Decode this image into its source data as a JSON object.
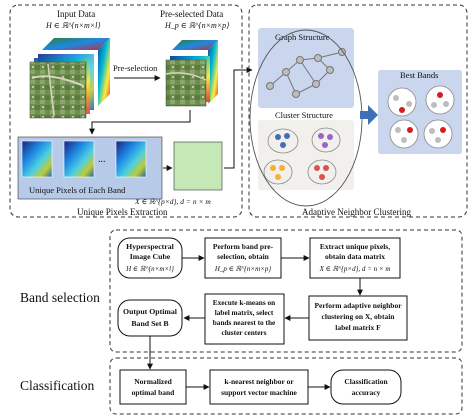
{
  "top": {
    "input_data": {
      "title": "Input Data",
      "formula": "H ∈ ℝ^{n×m×l}"
    },
    "preselected_data": {
      "title": "Pre-selected Data",
      "formula": "H_p ∈ ℝ^{n×m×p}"
    },
    "preselection_label": "Pre-selection",
    "unique_pixels_label": "Unique Pixels of Each Band",
    "ellipsis": "...",
    "matrix_formula": "X ∈ ℝ^{p×d}, d = n × m",
    "left_caption": "Unique Pixels Extraction",
    "graph_structure": "Graph Structure",
    "cluster_structure": "Cluster Structure",
    "best_bands": "Best Bands",
    "right_caption": "Adaptive Neighbor Clustering"
  },
  "band_selection": {
    "label": "Band selection",
    "cube": {
      "line1": "Hyperspectral",
      "line2": "Image Cube",
      "formula": "H ∈ ℝ^{n×m×l}"
    },
    "step1": {
      "line1": "Perform band pre-",
      "line2": "selection, obtain",
      "formula": "H_p ∈ ℝ^{n×m×p}"
    },
    "step2": {
      "line1": "Extract unique pixels,",
      "line2": "obtain data matrix",
      "formula": "X ∈ ℝ^{p×d}, d = n × m"
    },
    "step3": {
      "line1": "Perform adaptive neighbor",
      "line2": "clustering on X, obtain",
      "line3": "label matrix F"
    },
    "step4": {
      "line1": "Execute k-means on",
      "line2": "label matrix, select",
      "line3": "bands nearest to the",
      "line4": "cluster centers"
    },
    "output": {
      "line1": "Output Optimal",
      "line2": "Band Set B"
    }
  },
  "classification": {
    "label": "Classification",
    "box1": {
      "line1": "Normalized",
      "line2": "optimal band"
    },
    "box2": {
      "line1": "k-nearest neighbor or",
      "line2": "support vector machine"
    },
    "box3": {
      "line1": "Classification",
      "line2": "accuracy"
    }
  },
  "colors": {
    "graph_bg": "#c9d6ee",
    "cluster_bg": "#f1f0ec",
    "matrix_green": "#c5e8b7",
    "arrow_blue": "#3f6fb5",
    "dot_red": "#d21f1f",
    "dot_gray": "#bdbdbd"
  }
}
